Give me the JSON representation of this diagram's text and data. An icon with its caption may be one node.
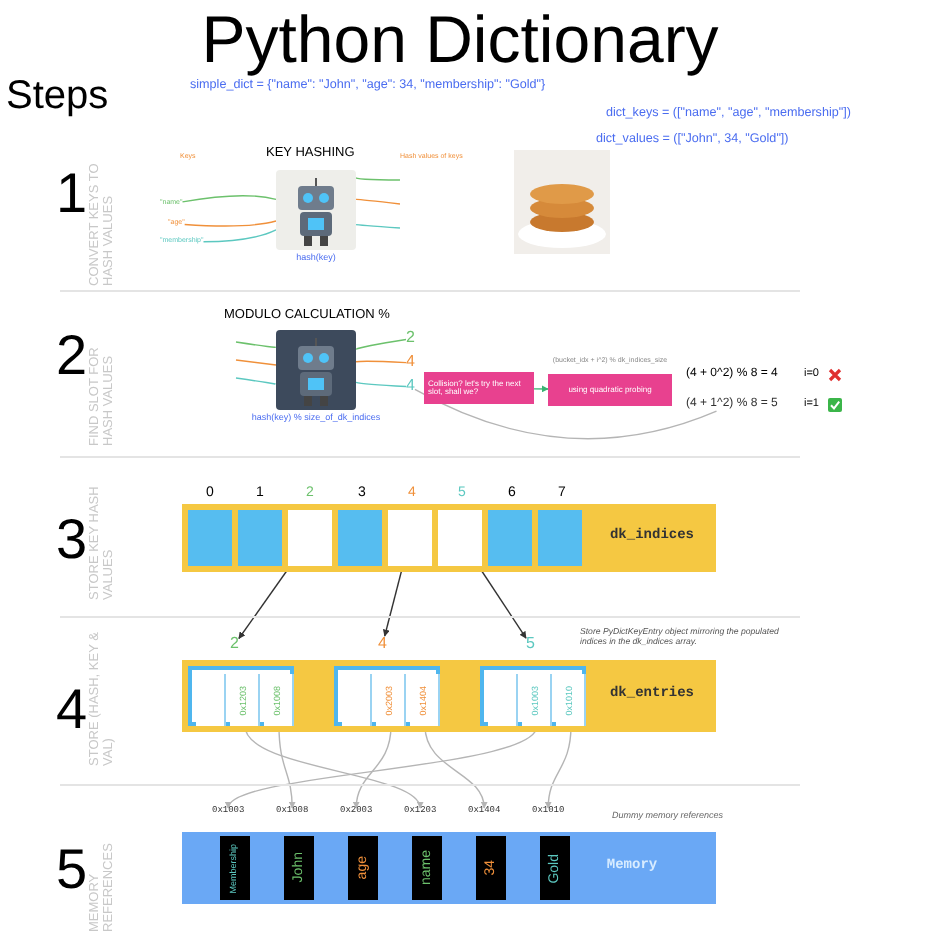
{
  "diagram": {
    "title": "Python Dictionary",
    "nodes": [
      {
        "text": [
          "\"name\""
        ]
      },
      {
        "text": [
          "\"age\""
        ]
      },
      {
        "text": [
          "\"membership\""
        ]
      },
      {
        "text": [],
        "shape": "picture",
        "beside": [
          "hash(key)"
        ]
      },
      {
        "text": [],
        "shape": "picture",
        "beside": [
          "hash(key) % size_of_dk_indices"
        ]
      },
      {
        "text": [
          "2"
        ]
      },
      {
        "text": [
          "4"
        ]
      },
      {
        "text": [
          "4"
        ]
      },
      {
        "text": [
          "Collision? let's try the next slot, shall we?"
        ]
      },
      {
        "text": [
          "using quadratic probing"
        ],
        "beside": [
          "(bucket_idx + i^2) % dk_indices_size"
        ]
      },
      {
        "text": [
          "(4 + 1^2) % 8 = 5"
        ]
      },
      {
        "text": [
          "dk_indices"
        ]
      },
      {
        "text": [],
        "shape": "box",
        "in": 11
      },
      {
        "text": [],
        "shape": "box",
        "in": 11
      },
      {
        "text": [],
        "shape": "box",
        "in": 11
      },
      {
        "text": [],
        "shape": "box",
        "in": 11
      },
      {
        "text": [],
        "shape": "box",
        "in": 11
      },
      {
        "text": [],
        "shape": "box",
        "in": 11
      },
      {
        "text": [],
        "shape": "box",
        "in": 11
      },
      {
        "text": [],
        "shape": "box",
        "in": 11
      },
      {
        "text": [
          "2"
        ]
      },
      {
        "text": [
          "4"
        ]
      },
      {
        "text": [
          "5"
        ]
      },
      {
        "text": [
          "dk_entries"
        ]
      },
      {
        "text": [],
        "shape": "box",
        "in": 23
      },
      {
        "text": [],
        "shape": "box",
        "in": 24
      },
      {
        "text": [
          "0x1203"
        ],
        "in": 24
      },
      {
        "text": [
          "0x1008"
        ],
        "in": 24
      },
      {
        "text": [],
        "shape": "box",
        "in": 23
      },
      {
        "text": [],
        "shape": "box",
        "in": 28
      },
      {
        "text": [
          "0x2003"
        ],
        "in": 28
      },
      {
        "text": [
          "0x1404"
        ],
        "in": 28
      },
      {
        "text": [],
        "shape": "box",
        "in": 23
      },
      {
        "text": [],
        "shape": "box",
        "in": 32
      },
      {
        "text": [
          "0x1003"
        ],
        "in": 32
      },
      {
        "text": [
          "0x1010"
        ],
        "in": 32
      },
      {
        "text": [
          "0x1003"
        ]
      },
      {
        "text": [
          "0x1008"
        ]
      },
      {
        "text": [
          "0x2003"
        ]
      },
      {
        "text": [
          "0x1203"
        ]
      },
      {
        "text": [
          "0x1404"
        ]
      },
      {
        "text": [
          "0x1010"
        ]
      },
      {
        "text": [
          "Memory"
        ]
      },
      {
        "text": [
          "Membership"
        ],
        "in": 42
      },
      {
        "text": [
          "John"
        ],
        "in": 42
      },
      {
        "text": [
          "age"
        ],
        "in": 42
      },
      {
        "text": [
          "name"
        ],
        "in": 42
      },
      {
        "text": [
          "34"
        ],
        "in": 42
      },
      {
        "text": [
          "Gold"
        ],
        "in": 42
      }
    ],
    "edges": [
      {
        "from": 0,
        "to": 3,
        "arrow": "none",
        "color": "#6cc16c"
      },
      {
        "from": 1,
        "to": 3,
        "arrow": "none",
        "color": "#f0903a"
      },
      {
        "from": 2,
        "to": 3,
        "arrow": "none",
        "color": "#5cc8c0"
      },
      {
        "from": 3,
        "to": null,
        "arrow": "none",
        "color": "#6cc16c"
      },
      {
        "from": 3,
        "to": null,
        "arrow": "none",
        "color": "#f0903a"
      },
      {
        "from": 3,
        "to": null,
        "arrow": "none",
        "color": "#5cc8c0"
      },
      {
        "from": null,
        "to": 4,
        "arrow": "none",
        "color": "#6cc16c"
      },
      {
        "from": null,
        "to": 4,
        "arrow": "none",
        "color": "#f0903a"
      },
      {
        "from": null,
        "to": 4,
        "arrow": "none",
        "color": "#5cc8c0"
      },
      {
        "from": 4,
        "to": 5,
        "arrow": "none",
        "color": "#6cc16c"
      },
      {
        "from": 4,
        "to": 6,
        "arrow": "none",
        "color": "#f0903a"
      },
      {
        "from": 4,
        "to": 7,
        "arrow": "none",
        "color": "#5cc8c0"
      },
      {
        "from": 8,
        "to": 9,
        "arrow": "to",
        "color": "#3bb273"
      },
      {
        "from": 7,
        "to": 10,
        "arrow": "none"
      },
      {
        "from": 14,
        "to": 20,
        "arrow": "to",
        "color": "#333333"
      },
      {
        "from": 16,
        "to": 21,
        "arrow": "to",
        "color": "#333333"
      },
      {
        "from": 17,
        "to": 22,
        "arrow": "to",
        "color": "#333333"
      },
      {
        "from": 26,
        "to": 39,
        "arrow": "to"
      },
      {
        "from": 27,
        "to": 37,
        "arrow": "to"
      },
      {
        "from": 30,
        "to": 38,
        "arrow": "to"
      },
      {
        "from": 31,
        "to": 40,
        "arrow": "to"
      },
      {
        "from": 34,
        "to": 36,
        "arrow": "to"
      },
      {
        "from": 35,
        "to": 41,
        "arrow": "to"
      }
    ],
    "labels": [
      "Steps",
      "simple_dict = {\"name\": \"John\", \"age\": 34, \"membership\": \"Gold\"}",
      "dict_keys = ([\"name\", \"age\", \"membership\"])",
      "dict_values = ([\"John\", 34, \"Gold\"])",
      "1",
      "CONVERT KEYS TO HASH VALUES",
      "KEY HASHING",
      "Keys",
      "Hash values of keys",
      "2",
      "FIND SLOT FOR HASH VALUES",
      "MODULO CALCULATION %",
      "(4 + 0^2) % 8 = 4",
      "i=0",
      "i=1",
      "3",
      "STORE KEY HASH VALUES",
      "0",
      "1",
      "2",
      "3",
      "4",
      "5",
      "6",
      "7",
      "4",
      "STORE (HASH, KEY & VAL)",
      "Store PyDictKeyEntry object mirroring the populated indices in the dk_indices array.",
      "5",
      "MEMORY REFERENCES",
      "Dummy memory references"
    ]
  }
}
